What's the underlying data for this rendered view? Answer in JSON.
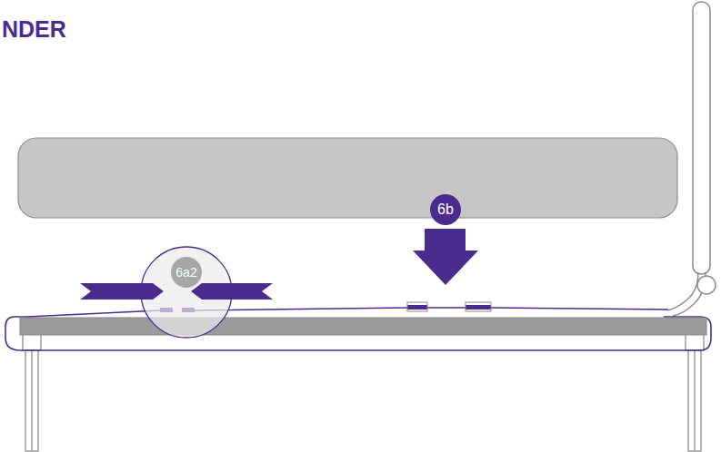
{
  "diagram": {
    "title": "NDER",
    "labels": [
      "6a2",
      "6b"
    ]
  }
}
